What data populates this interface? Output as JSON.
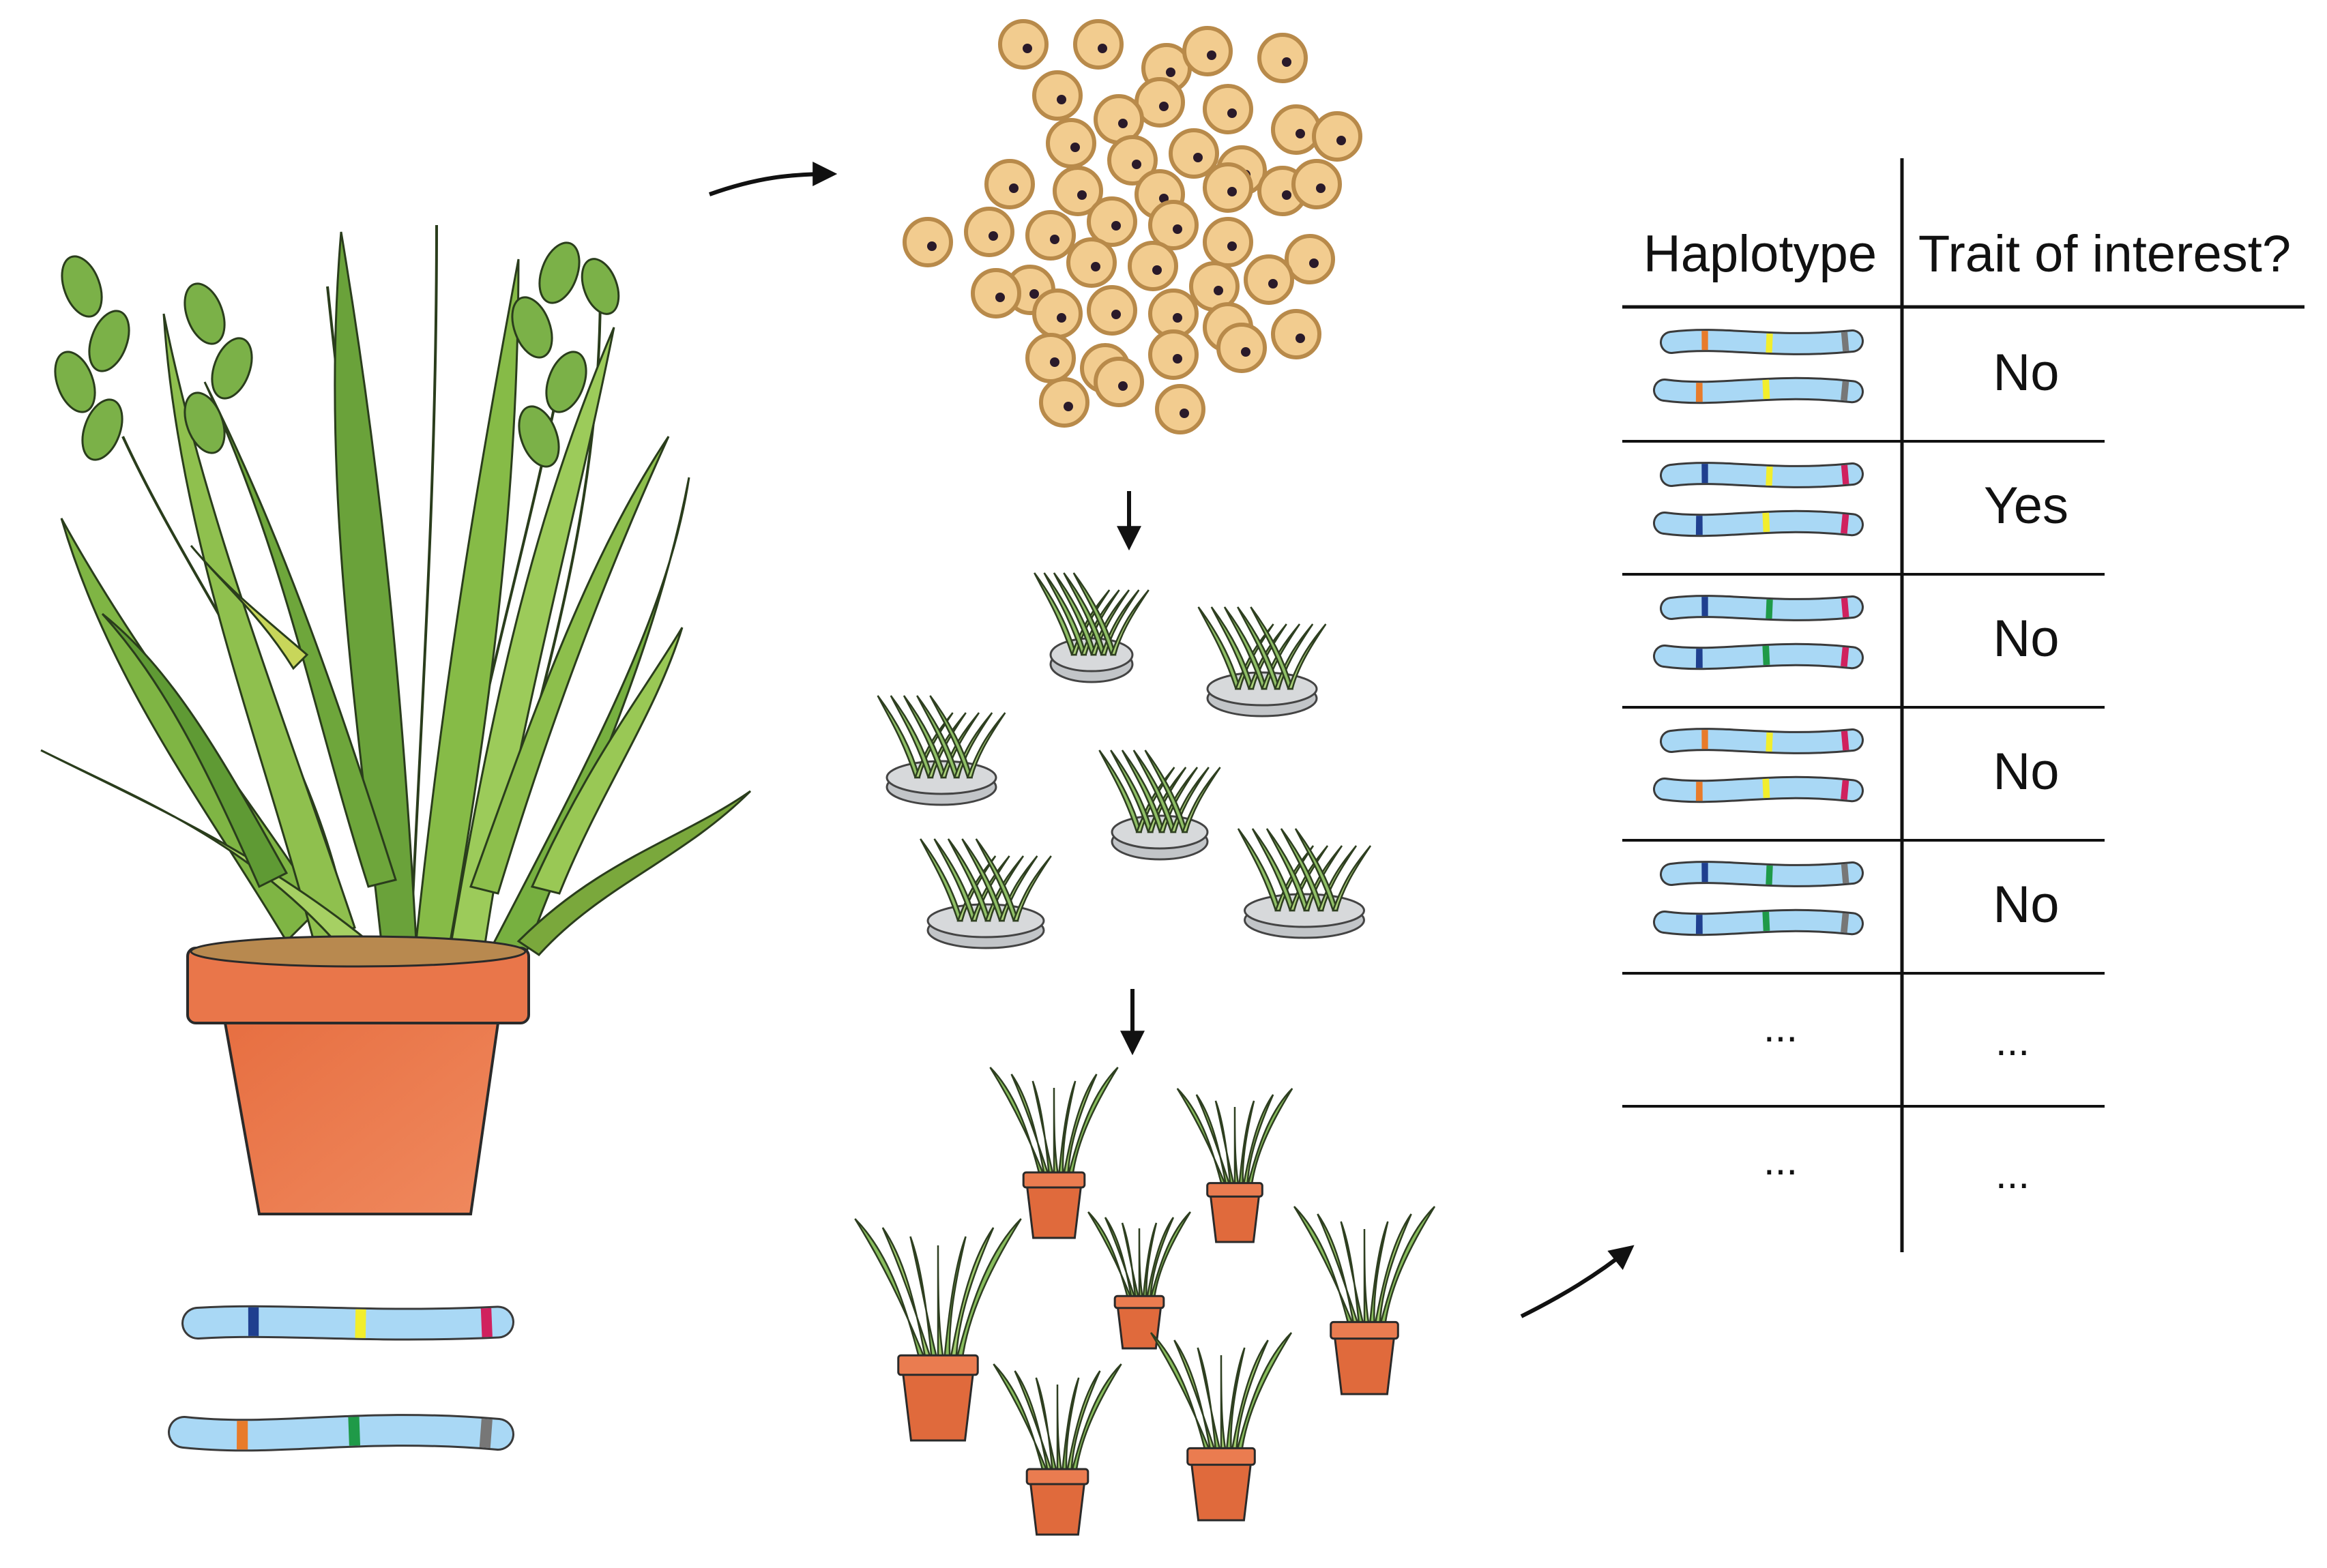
{
  "table": {
    "headers": [
      "Haplotype",
      "Trait of interest?"
    ],
    "rows": [
      {
        "top": [
          "#e87b2a",
          "#f2ee2c",
          "#777777"
        ],
        "bottom": [
          "#e87b2a",
          "#f2ee2c",
          "#777777"
        ],
        "trait": "No"
      },
      {
        "top": [
          "#1f3f8f",
          "#f2ee2c",
          "#d0215e"
        ],
        "bottom": [
          "#1f3f8f",
          "#f2ee2c",
          "#d0215e"
        ],
        "trait": "Yes"
      },
      {
        "top": [
          "#1f3f8f",
          "#1f9a48",
          "#d0215e"
        ],
        "bottom": [
          "#1f3f8f",
          "#1f9a48",
          "#d0215e"
        ],
        "trait": "No"
      },
      {
        "top": [
          "#e87b2a",
          "#f2ee2c",
          "#d0215e"
        ],
        "bottom": [
          "#e87b2a",
          "#f2ee2c",
          "#d0215e"
        ],
        "trait": "No"
      },
      {
        "top": [
          "#1f3f8f",
          "#1f9a48",
          "#777777"
        ],
        "bottom": [
          "#1f3f8f",
          "#1f9a48",
          "#777777"
        ],
        "trait": "No"
      }
    ],
    "ellipsis_rows": [
      {
        "haplotype": "...",
        "trait": "..."
      },
      {
        "haplotype": "...",
        "trait": "..."
      }
    ]
  },
  "parent": {
    "top": [
      "#1f3f8f",
      "#f2ee2c",
      "#d0215e"
    ],
    "bottom": [
      "#e87b2a",
      "#1f9a48",
      "#777777"
    ]
  },
  "colors": {
    "chromosome_fill": "#a9d8f5",
    "chromosome_outline": "#3a3a3a",
    "pollen_fill": "#f2cc8f",
    "pollen_ring": "#b88a4a",
    "pot": "#e06a3c",
    "leaf": "#6fae3f",
    "dish": "#d7d9db"
  },
  "icons": [
    "plant-illustration",
    "pollen-grains-illustration",
    "petri-dish-seedlings-illustration",
    "potted-plantlets-illustration",
    "arrow-icon"
  ]
}
